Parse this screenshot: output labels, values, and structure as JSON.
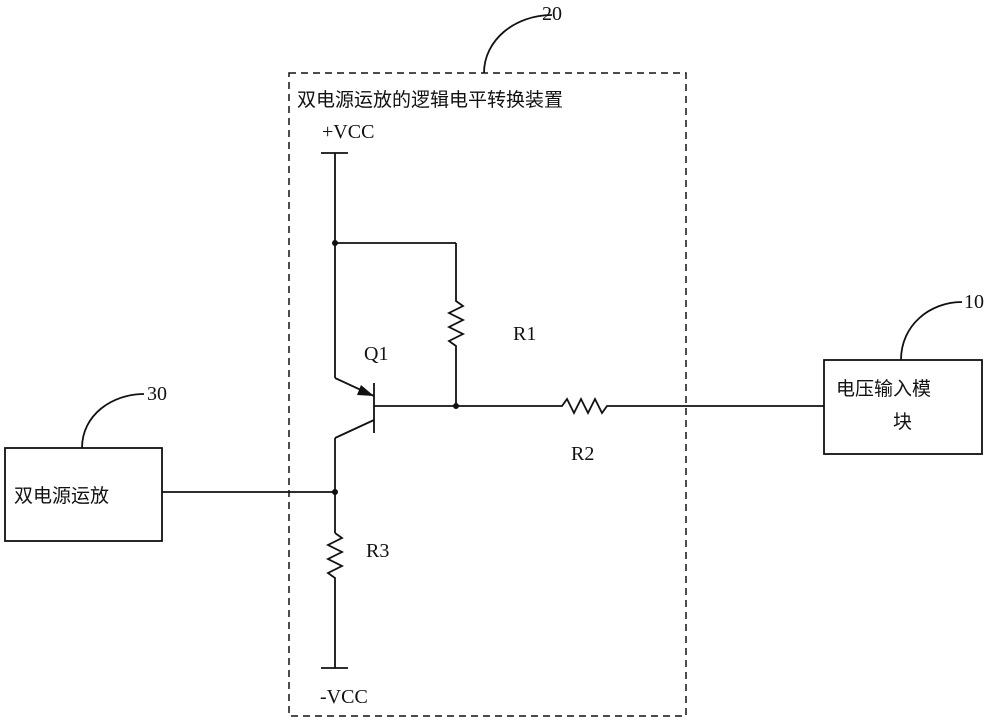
{
  "device": {
    "ref": "20",
    "title": "双电源运放的逻辑电平转换装置"
  },
  "supplies": {
    "positive": "+VCC",
    "negative": "-VCC"
  },
  "components": {
    "transistor": "Q1",
    "r1": "R1",
    "r2": "R2",
    "r3": "R3"
  },
  "voltage_input_module": {
    "ref": "10",
    "label_line1": "电压输入模",
    "label_line2": "块"
  },
  "dual_supply_opamp": {
    "ref": "30",
    "label": "双电源运放"
  }
}
